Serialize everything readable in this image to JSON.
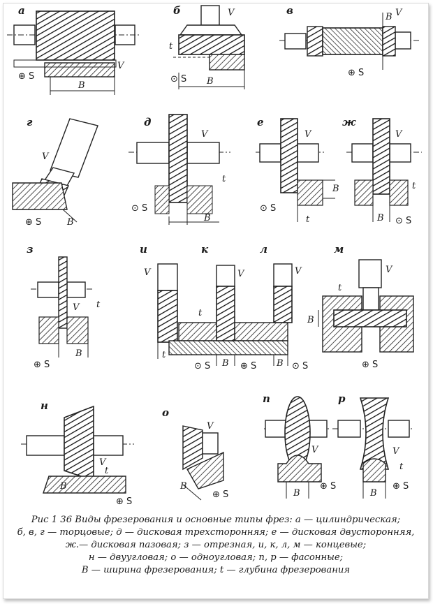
{
  "panels": [
    {
      "id": "a",
      "label": "а",
      "dims": [
        "B"
      ],
      "motion": [
        "V",
        "⊕ S"
      ]
    },
    {
      "id": "b",
      "label": "б",
      "dims": [
        "B",
        "t"
      ],
      "motion": [
        "V",
        "⊙ S"
      ]
    },
    {
      "id": "v",
      "label": "в",
      "dims": [
        "B"
      ],
      "motion": [
        "V",
        "⊕ S"
      ]
    },
    {
      "id": "g",
      "label": "г",
      "dims": [
        "B"
      ],
      "motion": [
        "V",
        "⊕ S"
      ]
    },
    {
      "id": "d",
      "label": "д",
      "dims": [
        "B",
        "t"
      ],
      "motion": [
        "V",
        "⊙ S"
      ]
    },
    {
      "id": "e",
      "label": "е",
      "dims": [
        "B",
        "t"
      ],
      "motion": [
        "V",
        "⊙ S"
      ]
    },
    {
      "id": "zh",
      "label": "ж",
      "dims": [
        "B",
        "t"
      ],
      "motion": [
        "V",
        "⊙ S"
      ]
    },
    {
      "id": "z",
      "label": "з",
      "dims": [
        "B",
        "t"
      ],
      "motion": [
        "V",
        "⊕ S"
      ]
    },
    {
      "id": "i",
      "label": "и",
      "dims": [
        "t"
      ],
      "motion": [
        "V",
        "⊙ S"
      ]
    },
    {
      "id": "k",
      "label": "к",
      "dims": [
        "B",
        "t"
      ],
      "motion": [
        "V",
        "⊕ S"
      ]
    },
    {
      "id": "l",
      "label": "л",
      "dims": [
        "B"
      ],
      "motion": [
        "V",
        "⊙ S"
      ]
    },
    {
      "id": "m",
      "label": "м",
      "dims": [
        "B",
        "t"
      ],
      "motion": [
        "V",
        "⊕ S"
      ]
    },
    {
      "id": "n",
      "label": "н",
      "dims": [
        "B",
        "t"
      ],
      "motion": [
        "V",
        "⊕ S"
      ]
    },
    {
      "id": "o",
      "label": "о",
      "dims": [
        "B"
      ],
      "motion": [
        "V",
        "⊕ S"
      ]
    },
    {
      "id": "p",
      "label": "п",
      "dims": [
        "B"
      ],
      "motion": [
        "V",
        "⊕ S"
      ]
    },
    {
      "id": "r",
      "label": "р",
      "dims": [
        "B",
        "t"
      ],
      "motion": [
        "V",
        "⊕ S"
      ]
    }
  ],
  "caption": {
    "lines": [
      "Рис 1 36 Виды фрезерования и основные типы фрез: а — цилиндрическая;",
      "б, в, г — торцовые; д — дисковая трехсторонняя; е — дисковая двусторонняя,",
      "ж.— дисковая пазовая; з — отрезная, и, к, л, м — концевые;",
      "н — двуугловая; о — одноугловая; п, р — фасонные;",
      "В — ширина фрезерования; t — глубина фрезерования"
    ]
  }
}
